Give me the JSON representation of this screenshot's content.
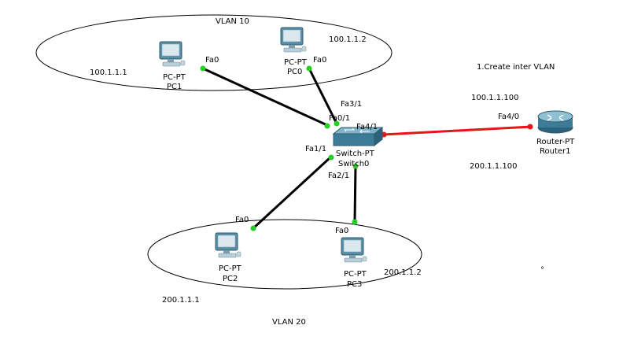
{
  "annotation": "1.Create inter VLAN",
  "vlans": {
    "vlan10": "VLAN 10",
    "vlan20": "VLAN 20"
  },
  "ip_labels": {
    "pc1": "100.1.1.1",
    "pc0": "100.1.1.2",
    "router_top": "100.1.1.100",
    "router_bottom": "200.1.1.100",
    "pc3": "200.1.1.2",
    "pc2": "200.1.1.1"
  },
  "devices": {
    "pc1": {
      "type": "PC-PT",
      "name": "PC1"
    },
    "pc0": {
      "type": "PC-PT",
      "name": "PC0"
    },
    "pc2": {
      "type": "PC-PT",
      "name": "PC2"
    },
    "pc3": {
      "type": "PC-PT",
      "name": "PC3"
    },
    "switch0": {
      "type": "Switch-PT",
      "name": "Switch0"
    },
    "router1": {
      "type": "Router-PT",
      "name": "Router1"
    }
  },
  "ports": {
    "pc1_fa0": "Fa0",
    "pc0_fa0": "Fa0",
    "pc2_fa0": "Fa0",
    "pc3_fa0": "Fa0",
    "sw_fa3_1": "Fa3/1",
    "sw_fa0_1": "Fa0/1",
    "sw_fa4_1": "Fa4/1",
    "sw_fa1_1": "Fa1/1",
    "sw_fa2_1": "Fa2/1",
    "router_fa4_0": "Fa4/0"
  },
  "stray_mark": "°",
  "colors": {
    "link": "#000000",
    "router_link": "#e8141a",
    "port_up": "#22d022",
    "port_router": "#e8141a",
    "device_blue": "#3d7c98",
    "ellipse": "#000000"
  }
}
